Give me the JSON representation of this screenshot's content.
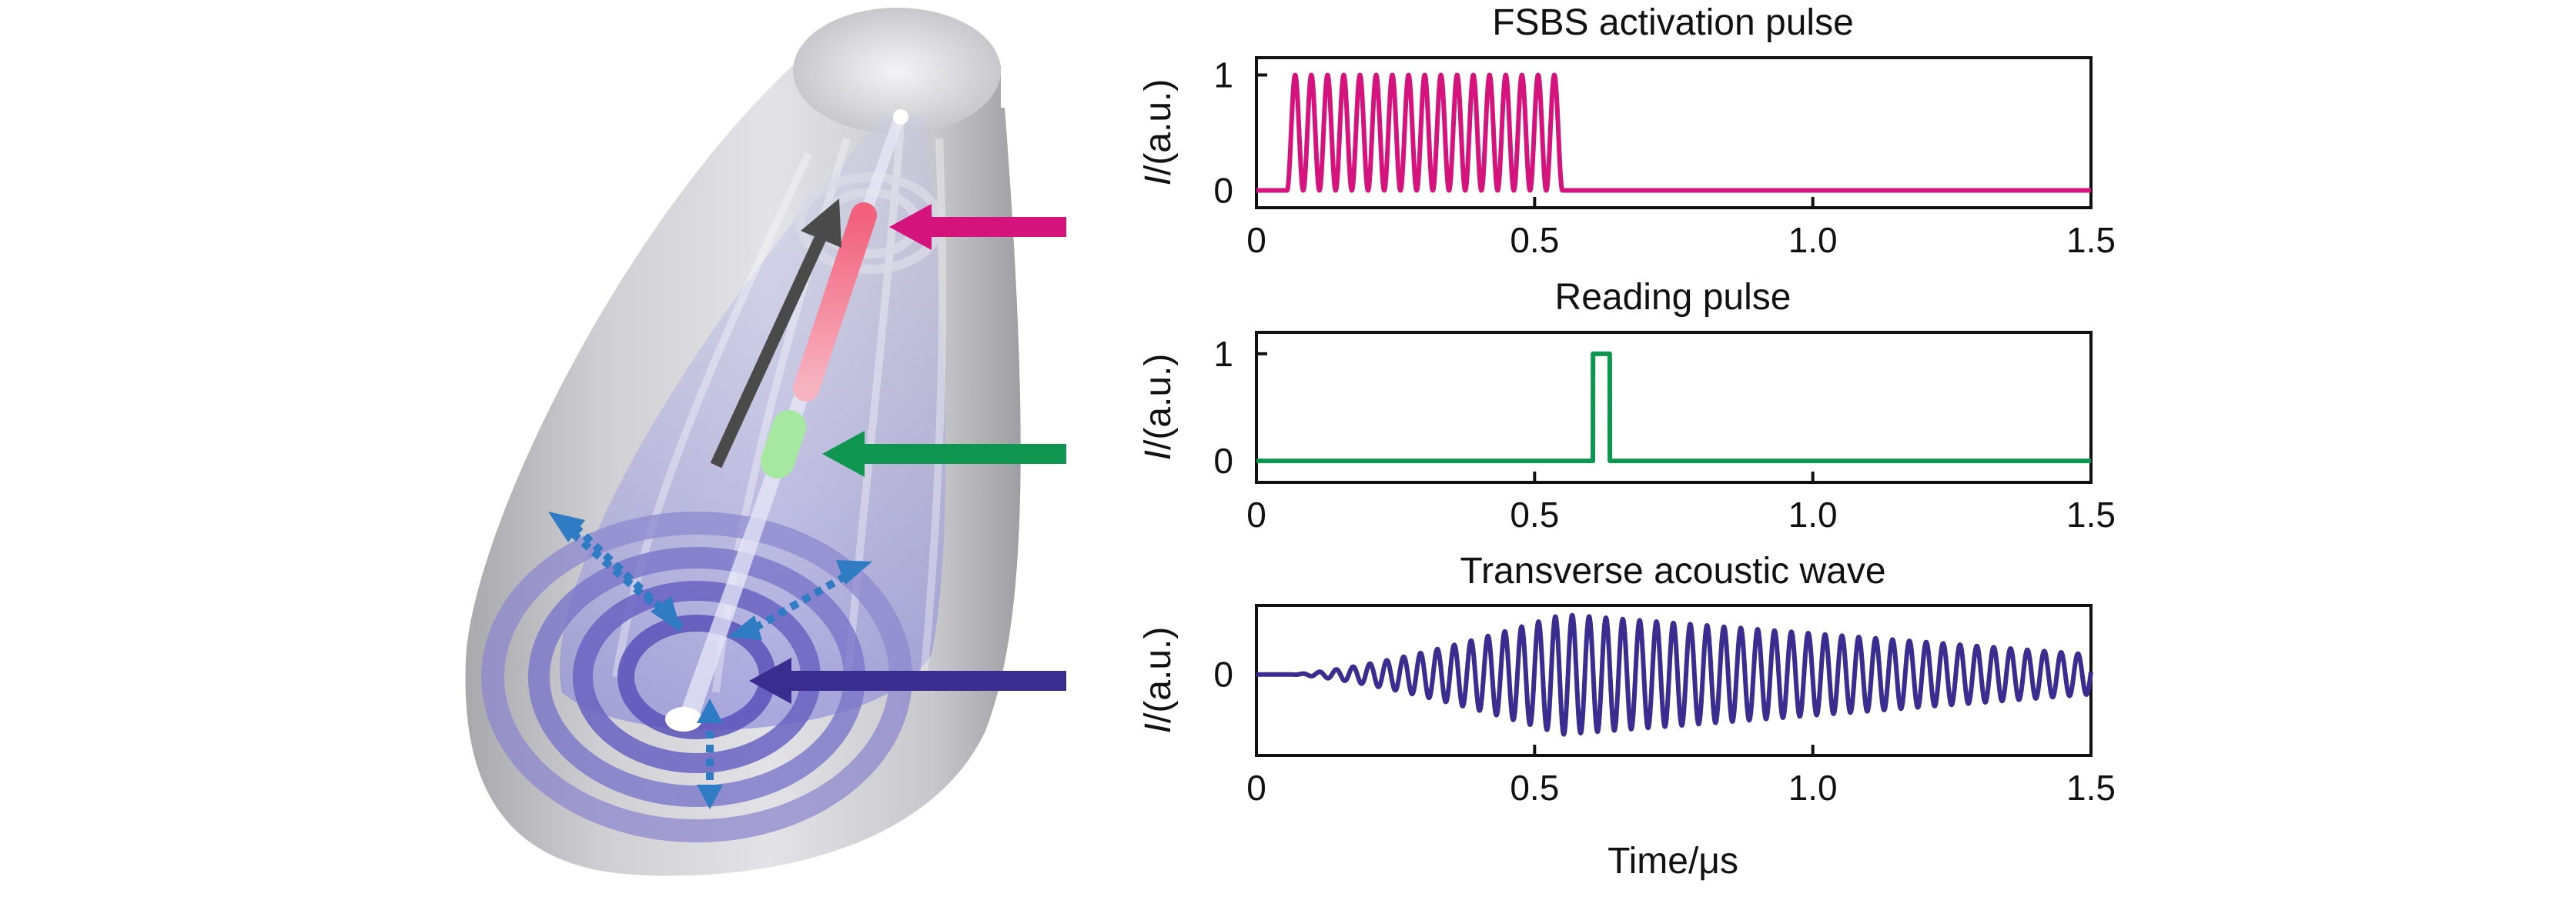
{
  "figure": {
    "x_axis_label": "Time/μs",
    "colors": {
      "activation": "#d4147c",
      "reading": "#0e9650",
      "acoustic": "#3a2d8f",
      "arrow_dark": "#4a4a4a",
      "arrow_dotted": "#2f7bc4"
    }
  },
  "chart_data": [
    {
      "type": "line",
      "title": "FSBS activation pulse",
      "ylabel_italic": "I",
      "ylabel_rest": "/(a.u.)",
      "xlim": [
        0,
        1.5
      ],
      "ylim": [
        -0.15,
        1.15
      ],
      "x_ticks": [
        "0",
        "0.5",
        "1.0",
        "1.5"
      ],
      "y_ticks": [
        "0",
        "1"
      ],
      "series": [
        {
          "color": "#d4147c",
          "kind": "burst",
          "start": 0.055,
          "end": 0.55,
          "cycles": 17,
          "amplitude": 1
        }
      ]
    },
    {
      "type": "line",
      "title": "Reading pulse",
      "ylabel_italic": "I",
      "ylabel_rest": "/(a.u.)",
      "xlim": [
        0,
        1.5
      ],
      "ylim": [
        -0.2,
        1.2
      ],
      "x_ticks": [
        "0",
        "0.5",
        "1.0",
        "1.5"
      ],
      "y_ticks": [
        "0",
        "1"
      ],
      "series": [
        {
          "color": "#0e9650",
          "kind": "rect",
          "start": 0.605,
          "end": 0.635,
          "amplitude": 1
        }
      ]
    },
    {
      "type": "line",
      "title": "Transverse acoustic wave",
      "ylabel_italic": "I",
      "ylabel_rest": "/(a.u.)",
      "xlim": [
        0,
        1.5
      ],
      "ylim": [
        -1.35,
        1.15
      ],
      "x_ticks": [
        "0",
        "0.5",
        "1.0",
        "1.5"
      ],
      "y_ticks": [
        "0"
      ],
      "series": [
        {
          "color": "#3a2d8f",
          "kind": "wave",
          "start": 0.06,
          "cycles_per_us": 33,
          "peak_x": 0.55,
          "peak_amp": 1.0,
          "end_amp": 0.33
        }
      ]
    }
  ]
}
